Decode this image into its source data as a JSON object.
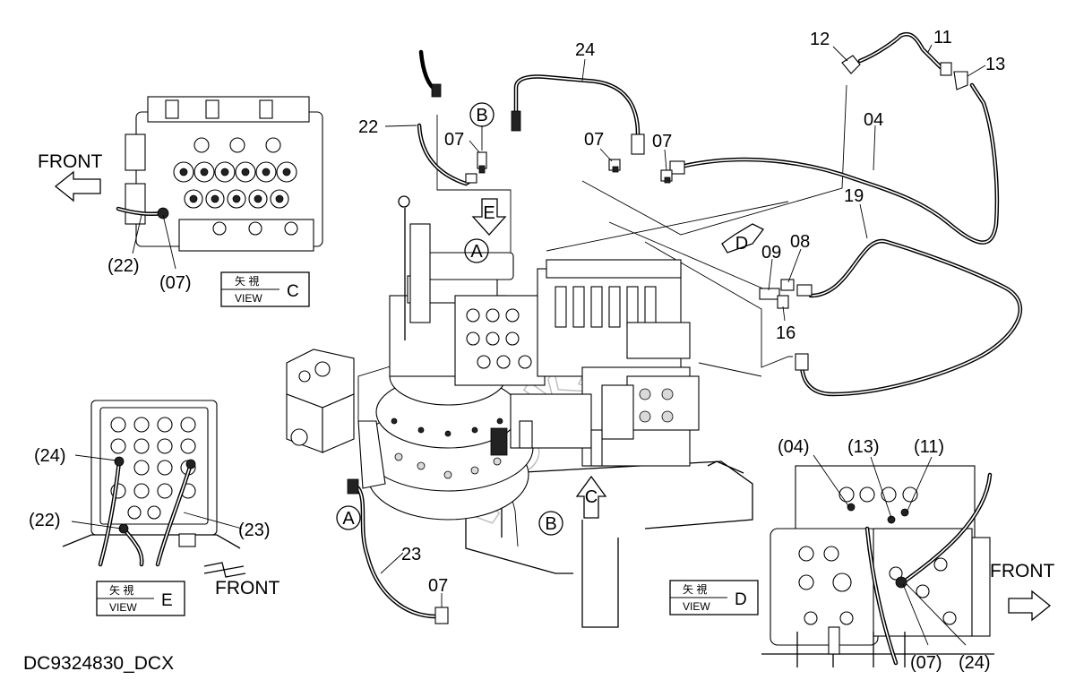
{
  "part_labels": {
    "p22_top": "22",
    "p24_top": "24",
    "p07_b": "07",
    "p07_mid1": "07",
    "p07_mid2": "07",
    "p12": "12",
    "p11": "11",
    "p13": "13",
    "p04": "04",
    "p19": "19",
    "p08": "08",
    "p09": "09",
    "p16": "16",
    "p23": "23",
    "p07_bottom": "07"
  },
  "circle_markers": {
    "b_top": "B",
    "a_top": "A",
    "a_bottom": "A",
    "b_bottom": "B"
  },
  "direction_arrows": {
    "e": "E",
    "d": "D",
    "c": "C"
  },
  "view_c": {
    "front": "FRONT",
    "label_22": "(22)",
    "label_07": "(07)",
    "box_kanji": "矢 視",
    "box_view": "VIEW",
    "box_letter": "C"
  },
  "view_e": {
    "label_24": "(24)",
    "label_22": "(22)",
    "label_23": "(23)",
    "front": "FRONT",
    "box_kanji": "矢 視",
    "box_view": "VIEW",
    "box_letter": "E"
  },
  "view_d": {
    "label_04": "(04)",
    "label_13": "(13)",
    "label_11": "(11)",
    "front": "FRONT",
    "label_07": "(07)",
    "label_24": "(24)",
    "box_kanji": "矢 視",
    "box_view": "VIEW",
    "box_letter": "D"
  },
  "drawing_code": "DC9324830_DCX",
  "watermark": "Worksoft"
}
